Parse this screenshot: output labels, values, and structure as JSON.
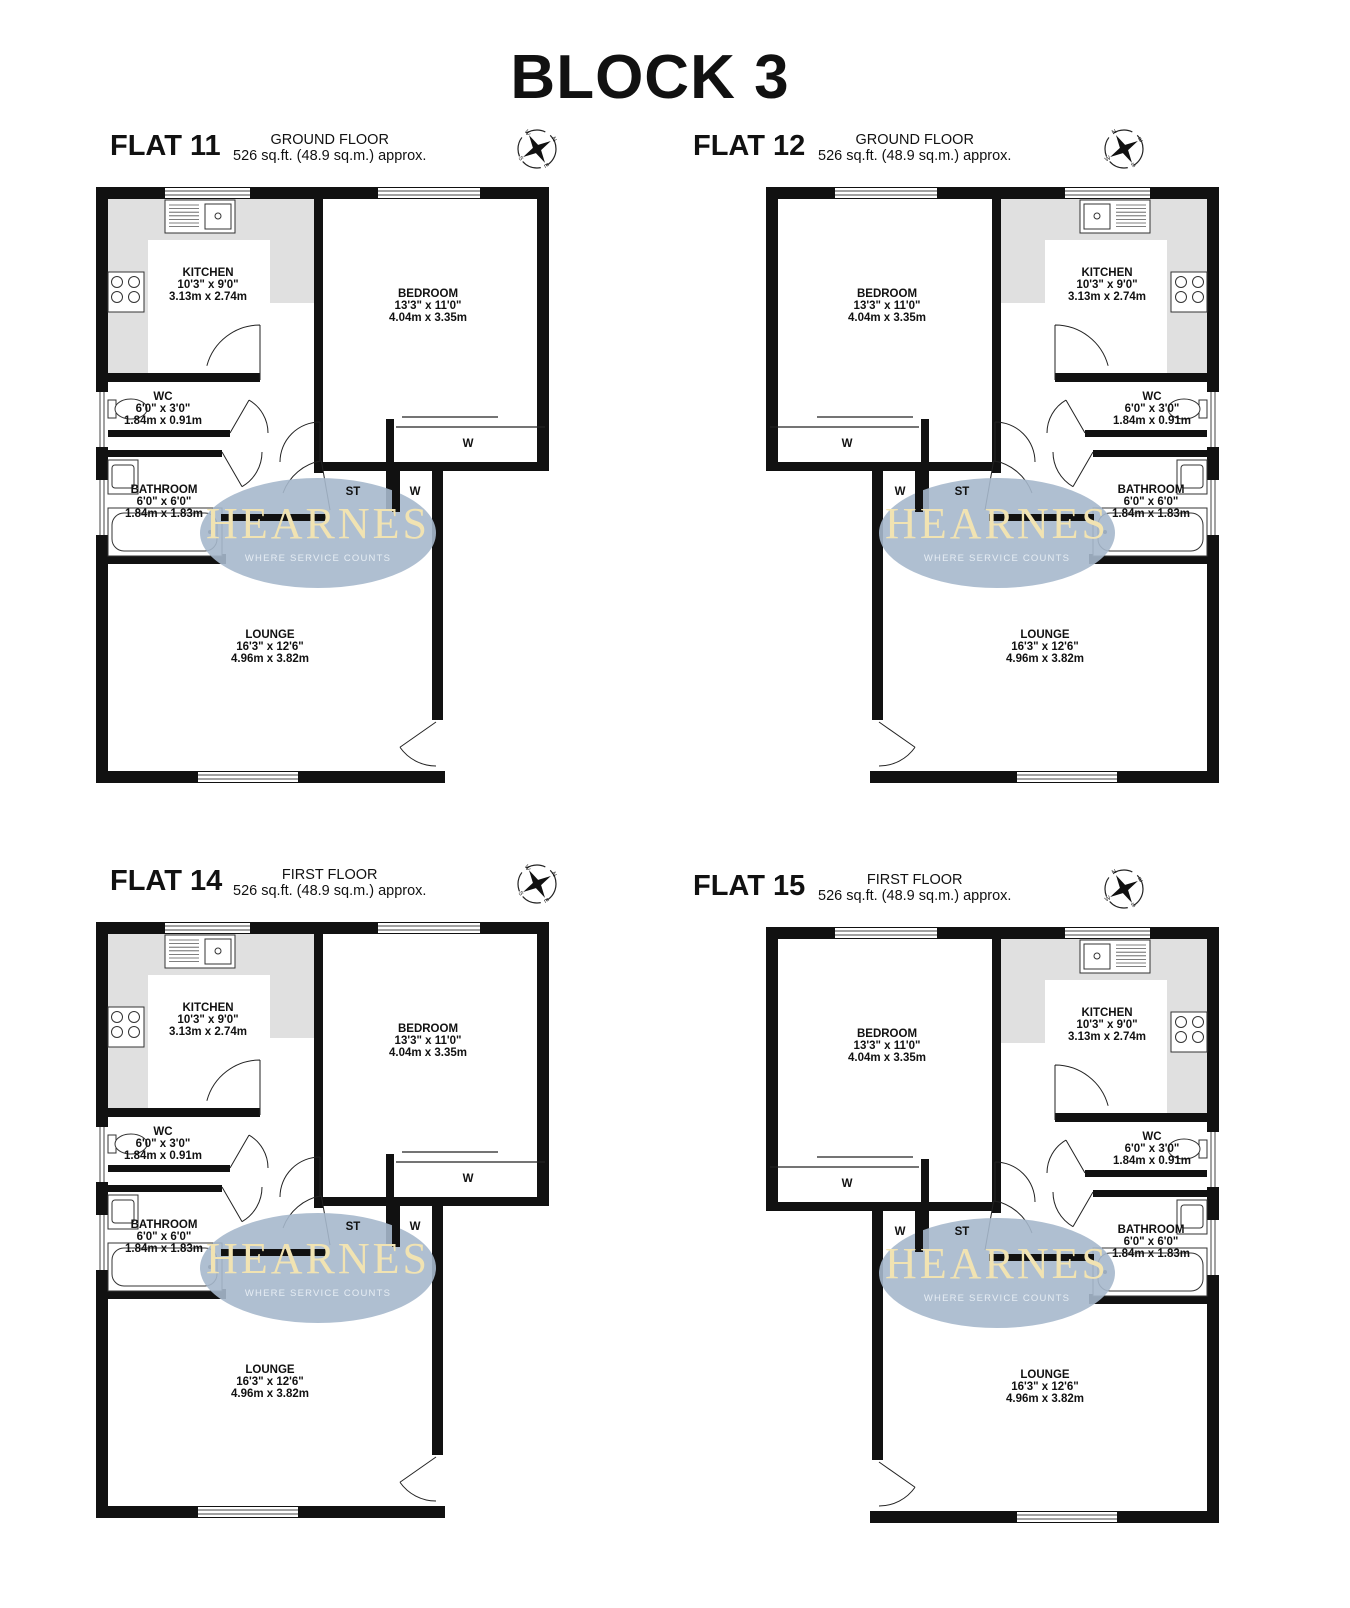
{
  "block_title": "BLOCK 3",
  "watermark": {
    "name": "HEARNES",
    "tagline": "WHERE SERVICE COUNTS",
    "oval_color": "#a6b8cc",
    "text_color": "#f1e3b2"
  },
  "colors": {
    "wall": "#111111",
    "worktop": "#e0e0e0",
    "window": "#ffffff"
  },
  "compass": {
    "N": "N",
    "E": "E",
    "S": "S",
    "W": "W"
  },
  "flats": [
    {
      "name": "FLAT 11",
      "floor": "GROUND FLOOR",
      "area": "526 sq.ft. (48.9 sq.m.) approx.",
      "layout": "left",
      "rooms": {
        "kitchen": {
          "name": "KITCHEN",
          "imperial": "10'3\"  x 9'0\"",
          "metric": "3.13m  x 2.74m"
        },
        "bedroom": {
          "name": "BEDROOM",
          "imperial": "13'3\"  x 11'0\"",
          "metric": "4.04m  x 3.35m"
        },
        "wc": {
          "name": "WC",
          "imperial": "6'0\"  x 3'0\"",
          "metric": "1.84m  x 0.91m"
        },
        "bathroom": {
          "name": "BATHROOM",
          "imperial": "6'0\"  x 6'0\"",
          "metric": "1.84m  x 1.83m"
        },
        "lounge": {
          "name": "LOUNGE",
          "imperial": "16'3\"  x 12'6\"",
          "metric": "4.96m  x 3.82m"
        }
      },
      "labels": {
        "wardrobe_a": "W",
        "wardrobe_b": "W",
        "store": "ST"
      }
    },
    {
      "name": "FLAT 12",
      "floor": "GROUND FLOOR",
      "area": "526 sq.ft. (48.9 sq.m.) approx.",
      "layout": "right",
      "rooms": {
        "kitchen": {
          "name": "KITCHEN",
          "imperial": "10'3\"  x 9'0\"",
          "metric": "3.13m  x 2.74m"
        },
        "bedroom": {
          "name": "BEDROOM",
          "imperial": "13'3\"  x 11'0\"",
          "metric": "4.04m  x 3.35m"
        },
        "wc": {
          "name": "WC",
          "imperial": "6'0\"  x 3'0\"",
          "metric": "1.84m  x 0.91m"
        },
        "bathroom": {
          "name": "BATHROOM",
          "imperial": "6'0\"  x 6'0\"",
          "metric": "1.84m  x 1.83m"
        },
        "lounge": {
          "name": "LOUNGE",
          "imperial": "16'3\"  x 12'6\"",
          "metric": "4.96m  x 3.82m"
        }
      },
      "labels": {
        "wardrobe_a": "W",
        "wardrobe_b": "W",
        "store": "ST"
      }
    },
    {
      "name": "FLAT 14",
      "floor": "FIRST FLOOR",
      "area": "526 sq.ft. (48.9 sq.m.) approx.",
      "layout": "left",
      "rooms": {
        "kitchen": {
          "name": "KITCHEN",
          "imperial": "10'3\"  x 9'0\"",
          "metric": "3.13m  x 2.74m"
        },
        "bedroom": {
          "name": "BEDROOM",
          "imperial": "13'3\"  x 11'0\"",
          "metric": "4.04m  x 3.35m"
        },
        "wc": {
          "name": "WC",
          "imperial": "6'0\"  x 3'0\"",
          "metric": "1.84m  x 0.91m"
        },
        "bathroom": {
          "name": "BATHROOM",
          "imperial": "6'0\"  x 6'0\"",
          "metric": "1.84m  x 1.83m"
        },
        "lounge": {
          "name": "LOUNGE",
          "imperial": "16'3\"  x 12'6\"",
          "metric": "4.96m  x 3.82m"
        }
      },
      "labels": {
        "wardrobe_a": "W",
        "wardrobe_b": "W",
        "store": "ST"
      }
    },
    {
      "name": "FLAT 15",
      "floor": "FIRST FLOOR",
      "area": "526 sq.ft. (48.9 sq.m.) approx.",
      "layout": "right",
      "rooms": {
        "kitchen": {
          "name": "KITCHEN",
          "imperial": "10'3\"  x 9'0\"",
          "metric": "3.13m  x 2.74m"
        },
        "bedroom": {
          "name": "BEDROOM",
          "imperial": "13'3\"  x 11'0\"",
          "metric": "4.04m  x 3.35m"
        },
        "wc": {
          "name": "WC",
          "imperial": "6'0\"  x 3'0\"",
          "metric": "1.84m  x 0.91m"
        },
        "bathroom": {
          "name": "BATHROOM",
          "imperial": "6'0\"  x 6'0\"",
          "metric": "1.84m  x 1.83m"
        },
        "lounge": {
          "name": "LOUNGE",
          "imperial": "16'3\"  x 12'6\"",
          "metric": "4.96m  x 3.82m"
        }
      },
      "labels": {
        "wardrobe_a": "W",
        "wardrobe_b": "W",
        "store": "ST"
      }
    }
  ]
}
